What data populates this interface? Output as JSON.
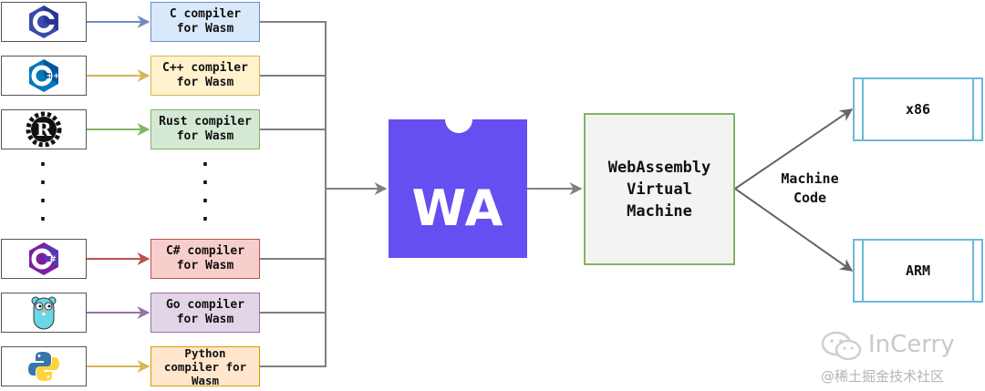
{
  "sources": [
    {
      "logo_icon": "c-language-logo-icon",
      "compiler_label": "C compiler\nfor Wasm",
      "fill": "#dae8fc",
      "stroke": "#6c8ebf",
      "arrow": "#6c8ebf"
    },
    {
      "logo_icon": "cpp-language-logo-icon",
      "compiler_label": "C++ compiler\nfor Wasm",
      "fill": "#fff2cc",
      "stroke": "#d6b656",
      "arrow": "#d6b656"
    },
    {
      "logo_icon": "rust-language-logo-icon",
      "compiler_label": "Rust compiler\nfor Wasm",
      "fill": "#d5e8d4",
      "stroke": "#82b366",
      "arrow": "#82b366"
    },
    {
      "logo_icon": "csharp-language-logo-icon",
      "compiler_label": "C# compiler\nfor Wasm",
      "fill": "#f8cecc",
      "stroke": "#b85450",
      "arrow": "#b85450"
    },
    {
      "logo_icon": "go-gopher-logo-icon",
      "compiler_label": "Go compiler\nfor Wasm",
      "fill": "#e1d5e7",
      "stroke": "#9673a6",
      "arrow": "#9673a6"
    },
    {
      "logo_icon": "python-language-logo-icon",
      "compiler_label": "Python\ncompiler for\nWasm",
      "fill": "#ffe6cc",
      "stroke": "#d79b00",
      "arrow": "#d6b656"
    }
  ],
  "ellipsis": ".\n.\n.\n.",
  "webassembly_logo": {
    "text": "WA",
    "color": "#654ff0"
  },
  "vm": {
    "label": "WebAssembly\nVirtual\nMachine"
  },
  "machine_code_label": "Machine\nCode",
  "targets": [
    "x86",
    "ARM"
  ],
  "watermark": {
    "brand": "InCerry",
    "site": "@稀土掘金技术社区"
  },
  "colors": {
    "connector": "#808080",
    "arrow_dark": "#666666"
  }
}
